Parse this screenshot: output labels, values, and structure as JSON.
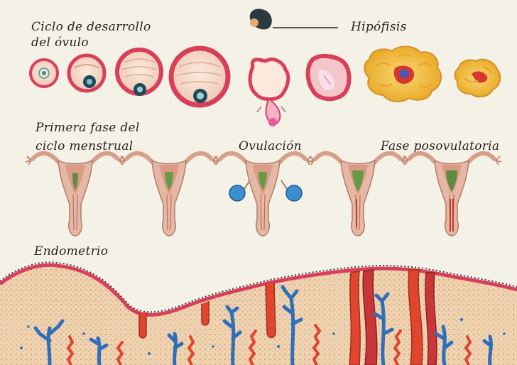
{
  "labels": {
    "ovule_cycle_line1": "Ciclo de desarrollo",
    "ovule_cycle_line2": "del óvulo",
    "pituitary": "Hipófisis",
    "first_phase_line1": "Primera fase del",
    "first_phase_line2": "ciclo menstrual",
    "ovulation": "Ovulación",
    "post_ovulatory": "Fase posovulatoria",
    "endometrium": "Endometrio"
  },
  "colors": {
    "background": "#f4f1e6",
    "follicle_ring": "#d8405a",
    "follicle_fill": "#f2d7c7",
    "corpus_luteum": "#f0b830",
    "ovum": "#3a8a9a",
    "uterus": "#e6b7a4",
    "ovary_blue": "#3b8fd0",
    "endometrium_tissue": "#efd3b0",
    "gland_red": "#e0452e",
    "vessel_blue": "#2d6fb8"
  },
  "stages": {
    "follicles": [
      "primordial",
      "primary",
      "secondary",
      "tertiary",
      "ruptured",
      "early-corpus-luteum",
      "corpus-luteum",
      "corpus-albicans"
    ],
    "uterus_phases": [
      "proliferative-1",
      "proliferative-2",
      "ovulation",
      "secretory-1",
      "secretory-2"
    ]
  },
  "icons": {
    "pituitary": "pituitary-gland-icon"
  }
}
